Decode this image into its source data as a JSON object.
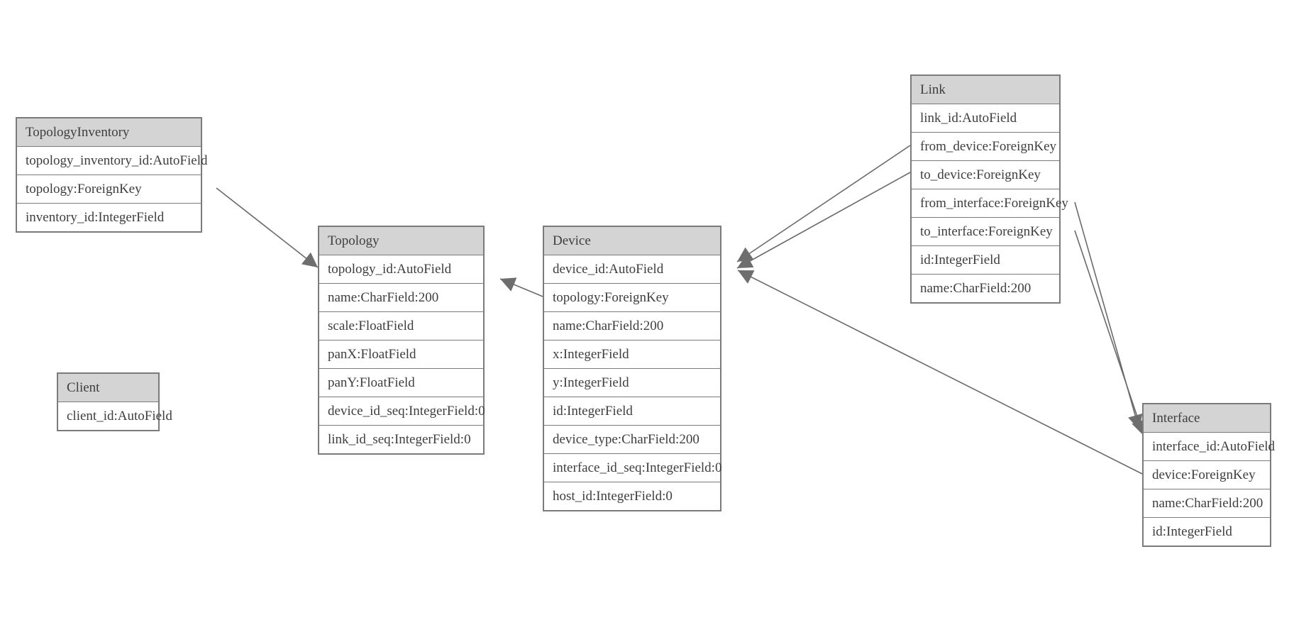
{
  "diagram": {
    "colors": {
      "header_fill": "#d4d4d4",
      "border": "#7b7b7b",
      "text": "#3e3e3e",
      "edge_line": "#6a6a6a",
      "arrowhead_fill": "#6e6e6e",
      "background": "#ffffff"
    },
    "tables": {
      "topology_inventory": {
        "title": "TopologyInventory",
        "fields": [
          "topology_inventory_id:AutoField",
          "topology:ForeignKey",
          "inventory_id:IntegerField"
        ]
      },
      "topology": {
        "title": "Topology",
        "fields": [
          "topology_id:AutoField",
          "name:CharField:200",
          "scale:FloatField",
          "panX:FloatField",
          "panY:FloatField",
          "device_id_seq:IntegerField:0",
          "link_id_seq:IntegerField:0"
        ]
      },
      "client": {
        "title": "Client",
        "fields": [
          "client_id:AutoField"
        ]
      },
      "device": {
        "title": "Device",
        "fields": [
          "device_id:AutoField",
          "topology:ForeignKey",
          "name:CharField:200",
          "x:IntegerField",
          "y:IntegerField",
          "id:IntegerField",
          "device_type:CharField:200",
          "interface_id_seq:IntegerField:0",
          "host_id:IntegerField:0"
        ]
      },
      "link": {
        "title": "Link",
        "fields": [
          "link_id:AutoField",
          "from_device:ForeignKey",
          "to_device:ForeignKey",
          "from_interface:ForeignKey",
          "to_interface:ForeignKey",
          "id:IntegerField",
          "name:CharField:200"
        ]
      },
      "interface": {
        "title": "Interface",
        "fields": [
          "interface_id:AutoField",
          "device:ForeignKey",
          "name:CharField:200",
          "id:IntegerField"
        ]
      }
    },
    "relations": [
      {
        "from": "TopologyInventory.topology",
        "to": "Topology"
      },
      {
        "from": "Device.topology",
        "to": "Topology"
      },
      {
        "from": "Link.from_device",
        "to": "Device"
      },
      {
        "from": "Link.to_device",
        "to": "Device"
      },
      {
        "from": "Link.from_interface",
        "to": "Interface"
      },
      {
        "from": "Link.to_interface",
        "to": "Interface"
      },
      {
        "from": "Interface.device",
        "to": "Device"
      }
    ]
  }
}
